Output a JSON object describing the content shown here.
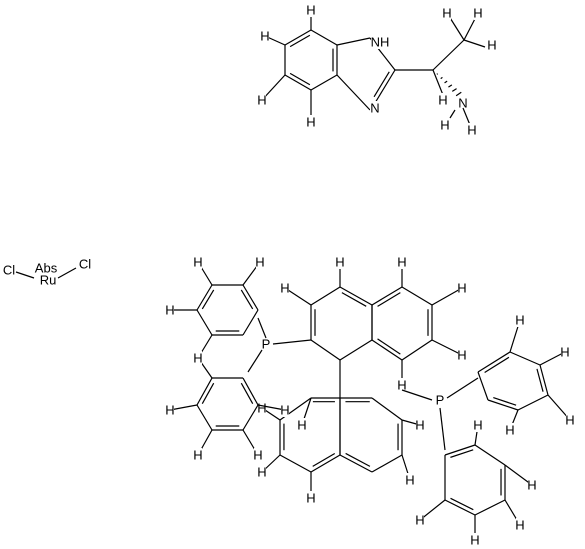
{
  "diagram": {
    "atom_labels": {
      "H": "H",
      "N": "N",
      "NH": "NH",
      "H_prefix": "H",
      "P": "P",
      "Cl": "Cl",
      "Ru": "Ru",
      "Abs": "Abs"
    },
    "fragments": [
      "benzimidazole-ethylamine",
      "ruthenium-dichloride",
      "binap-ligand"
    ]
  }
}
